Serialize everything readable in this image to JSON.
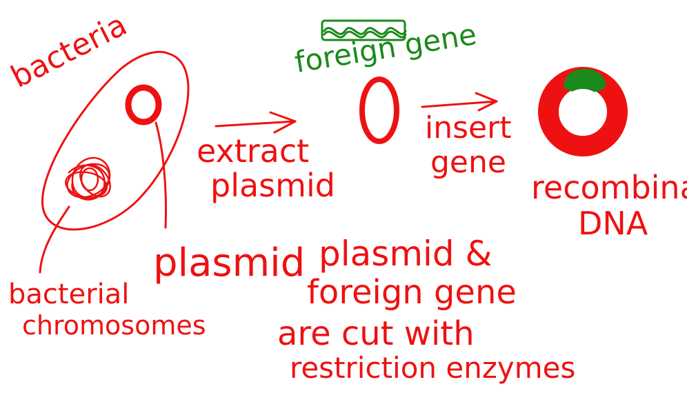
{
  "colors": {
    "ink_red": "#ee1111",
    "ink_green": "#1a8a1a",
    "background": "#ffffff"
  },
  "labels": {
    "bacteria": "bacteria",
    "foreign_gene": "foreign gene",
    "extract_plasmid_line1": "extract",
    "extract_plasmid_line2": "plasmid",
    "insert_gene_line1": "insert",
    "insert_gene_line2": "gene",
    "recombinant_line1": "recombinant",
    "recombinant_line2": "DNA",
    "plasmid": "plasmid",
    "bacterial_chromosomes_line1": "bacterial",
    "bacterial_chromosomes_line2": "chromosomes",
    "restriction_line1": "plasmid &",
    "restriction_line2": "foreign gene",
    "restriction_line3": "are cut with",
    "restriction_line4": "restriction enzymes"
  }
}
